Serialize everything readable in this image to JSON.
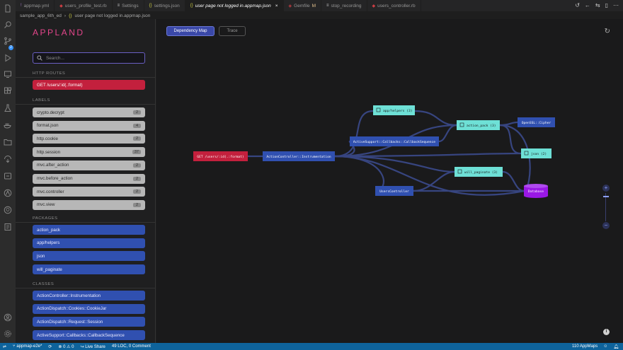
{
  "tabs": [
    {
      "icon": "yaml-icon",
      "label": "appmap.yml",
      "active": false,
      "italic": false
    },
    {
      "icon": "ruby-icon",
      "label": "users_profile_test.rb",
      "active": false,
      "italic": false
    },
    {
      "icon": "settings-icon",
      "label": "Settings",
      "active": false,
      "italic": false
    },
    {
      "icon": "json-icon",
      "label": "settings.json",
      "active": false,
      "italic": false
    },
    {
      "icon": "json-icon",
      "label": "user page not logged in.appmap.json",
      "active": true,
      "italic": true,
      "close": "×"
    },
    {
      "icon": "gem-icon",
      "label": "Gemfile",
      "active": false,
      "italic": false,
      "modified": "M"
    },
    {
      "icon": "settings-icon",
      "label": "stop_recording",
      "active": false,
      "italic": false
    },
    {
      "icon": "ruby-icon",
      "label": "users_controller.rb",
      "active": false,
      "italic": false
    }
  ],
  "breadcrumb": {
    "folder": "sample_app_6th_ed",
    "sep": "›",
    "file": "user page not logged in.appmap.json"
  },
  "panel": {
    "logo": "APPLAND",
    "search_placeholder": "Search...",
    "sections": {
      "routes": "HTTP ROUTES",
      "labels": "LABELS",
      "packages": "PACKAGES",
      "classes": "CLASSES"
    },
    "routes": [
      "GET /users/:id(.:format)"
    ],
    "labels": [
      {
        "name": "crypto.decrypt",
        "count": "2"
      },
      {
        "name": "format.json",
        "count": "4"
      },
      {
        "name": "http.cookie",
        "count": "2"
      },
      {
        "name": "http.session",
        "count": "37"
      },
      {
        "name": "mvc.after_action",
        "count": "2"
      },
      {
        "name": "mvc.before_action",
        "count": "2"
      },
      {
        "name": "mvc.controller",
        "count": "2"
      },
      {
        "name": "mvc.view",
        "count": "2"
      }
    ],
    "packages": [
      "action_pack",
      "app/helpers",
      "json",
      "will_paginate"
    ],
    "classes": [
      "ActionController::Instrumentation",
      "ActionDispatch::Cookies::CookieJar",
      "ActionDispatch::Request::Session",
      "ActiveSupport::Callbacks::CallbackSequence"
    ]
  },
  "main": {
    "tab_dependency": "Dependency Map",
    "tab_trace": "Trace",
    "zoom_in": "+",
    "zoom_out": "−",
    "info": "i"
  },
  "graph_nodes": {
    "route": "GET /users/:id(.:format)",
    "instrumentation": "ActionController::Instrumentation",
    "helpers": "app/helpers (3)",
    "callbacks": "ActiveSupport::Callbacks::CallbackSequence",
    "action_pack": "action_pack (3)",
    "openssl": "OpenSSL::Cipher",
    "json": "json (2)",
    "will_paginate": "will_paginate (3)",
    "users_controller": "UsersController",
    "database": "Database"
  },
  "colors": {
    "route_node": "#c3203d",
    "class_node": "#3050b0",
    "package_node": "#6ee0d6",
    "database_node": "#9a18e6",
    "edge": "#3b4a8c",
    "statusbar": "#0e639c",
    "logo": "#e5468c"
  },
  "status": {
    "branch": "appmap-e2e*",
    "errors": "0",
    "warnings": "0",
    "live_share": "Live Share",
    "loc": "49 LOC, 0 Comment",
    "appmaps": "110 AppMaps"
  }
}
